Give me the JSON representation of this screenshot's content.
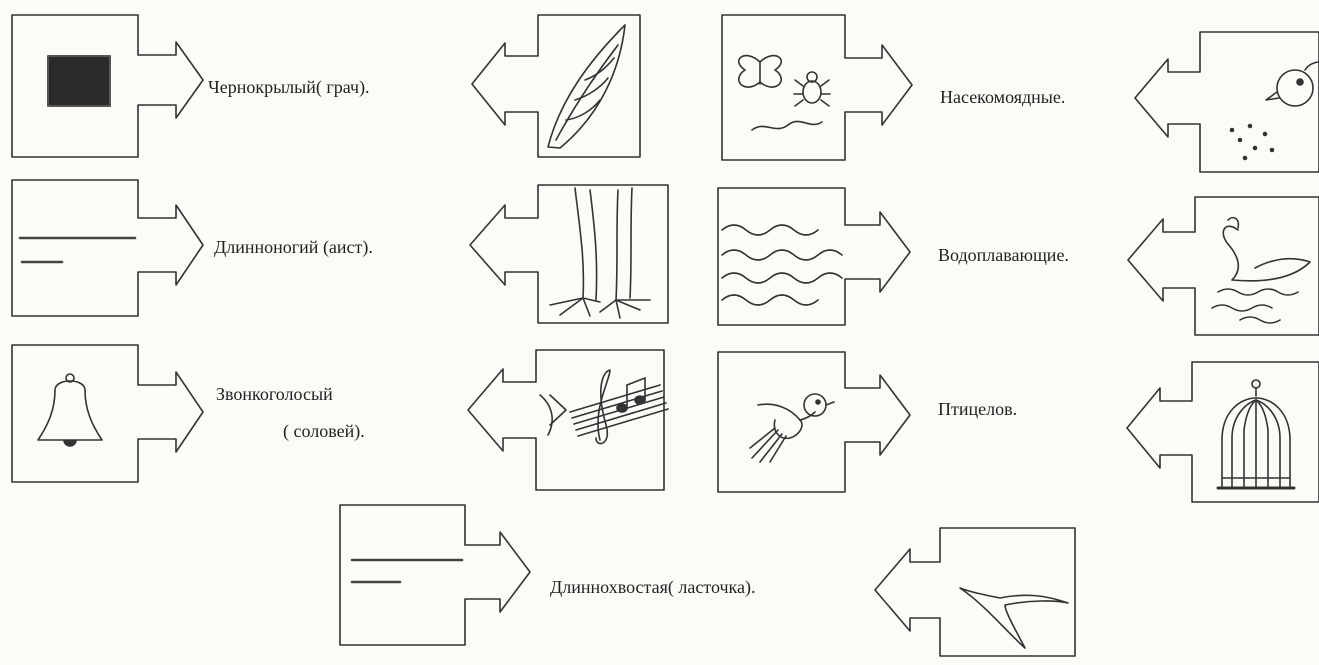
{
  "rows": [
    {
      "left_icon": "dark-square-icon",
      "label": "Чернокрылый( грач).",
      "right_icon": "wing-feather-icon"
    },
    {
      "left_icon": "long-short-lines-icon",
      "label": "Длинноногий (аист).",
      "right_icon": "stork-legs-icon"
    },
    {
      "left_icon": "bell-icon",
      "label_line1": "Звонкоголосый",
      "label_line2": "( соловей).",
      "right_icon": "music-notes-icon"
    },
    {
      "left_icon": "insects-icon",
      "label": "Насекомоядные.",
      "right_icon": "bird-pecking-seeds-icon"
    },
    {
      "left_icon": "water-waves-icon",
      "label": "Водоплавающие.",
      "right_icon": "swan-icon"
    },
    {
      "left_icon": "flying-bird-icon",
      "label": "Птицелов.",
      "right_icon": "birdcage-icon"
    },
    {
      "left_icon": "long-short-lines-icon",
      "label": "Длиннохвостая( ласточка).",
      "right_icon": "swallow-tail-icon"
    }
  ]
}
